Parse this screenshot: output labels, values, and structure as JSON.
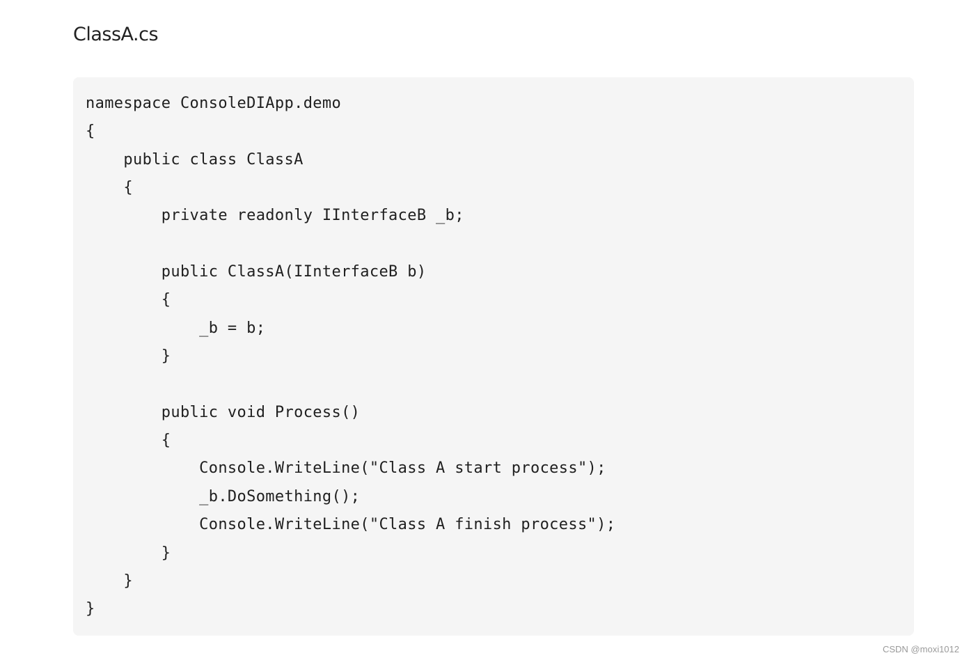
{
  "document": {
    "title": "ClassA.cs",
    "code_lines": [
      "namespace ConsoleDIApp.demo",
      "{",
      "    public class ClassA",
      "    {",
      "        private readonly IInterfaceB _b;",
      "",
      "        public ClassA(IInterfaceB b)",
      "        {",
      "            _b = b;",
      "        }",
      "",
      "        public void Process()",
      "        {",
      "            Console.WriteLine(\"Class A start process\");",
      "            _b.DoSomething();",
      "            Console.WriteLine(\"Class A finish process\");",
      "        }",
      "    }",
      "}"
    ]
  },
  "watermark": "CSDN @moxi1012",
  "colors": {
    "code_background": "#f5f5f5",
    "text": "#1f1f1f",
    "watermark": "#9a9a9a"
  }
}
